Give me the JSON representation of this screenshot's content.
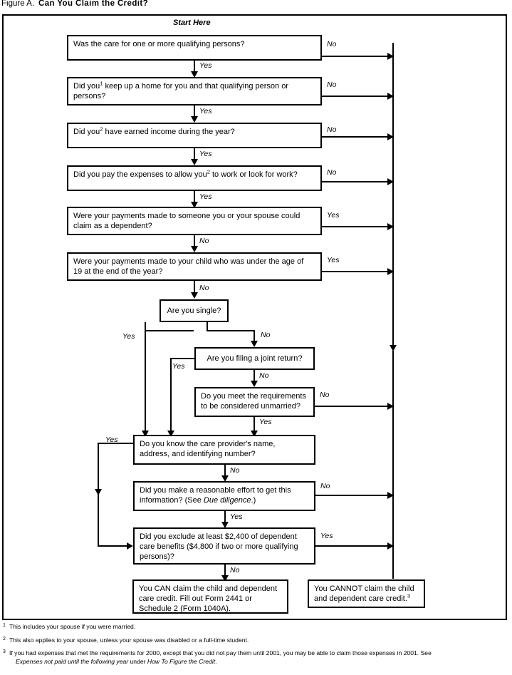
{
  "figure": {
    "label": "Figure A.",
    "name": "Can You Claim the Credit?",
    "start_label": "Start Here"
  },
  "labels": {
    "yes": "Yes",
    "no": "No"
  },
  "nodes": {
    "q1": {
      "text": "Was the care for one or more qualifying persons?",
      "exit_label": "No",
      "down_label": "Yes"
    },
    "q2": {
      "line1_a": "Did you",
      "sup": "1",
      "line1_b": " keep up a home for you and that qualifying person or",
      "line2": "persons?",
      "exit_label": "No",
      "down_label": "Yes"
    },
    "q3": {
      "line1_a": "Did you",
      "sup": "2",
      "line1_b": " have earned income during the year?",
      "exit_label": "No",
      "down_label": "Yes"
    },
    "q4": {
      "line1_a": "Did you pay the expenses to allow you",
      "sup": "2",
      "line1_b": " to work or look for work?",
      "exit_label": "No",
      "down_label": "Yes"
    },
    "q5": {
      "line1": "Were your payments made to someone you or your spouse could",
      "line2": "claim as a dependent?",
      "exit_label": "Yes",
      "down_label": "No"
    },
    "q6": {
      "line1": "Were your payments made to your child who was under the age of",
      "line2": "19 at the end of the year?",
      "exit_label": "Yes",
      "down_label": "No"
    },
    "q7": {
      "text": "Are you single?",
      "left_label": "Yes",
      "right_label": "No"
    },
    "q8": {
      "text": "Are you filing a joint return?",
      "left_label": "Yes",
      "down_label": "No"
    },
    "q9": {
      "line1": "Do you meet the requirements",
      "line2": "to be considered unmarried?",
      "exit_label": "No",
      "down_label": "Yes"
    },
    "q10": {
      "line1": "Do you know the care provider's name,",
      "line2": "address, and identifying number?",
      "left_label": "Yes",
      "down_label": "No"
    },
    "q11": {
      "line1_a": "Did you make a reasonable effort to get this",
      "line2_a": "information? (See ",
      "line2_i": "Due diligence",
      "line2_b": ".)",
      "exit_label": "No",
      "down_label": "Yes"
    },
    "q12": {
      "line1": "Did you exclude at least $2,400 of dependent",
      "line2": "care benefits ($4,800 if two or more qualifying",
      "line3": "persons)?",
      "exit_label": "Yes",
      "down_label": "No"
    },
    "result_can": {
      "line1": "You CAN claim the child and dependent",
      "line2": "care credit. Fill out Form 2441 or",
      "line3": "Schedule 2 (Form 1040A)."
    },
    "result_cannot": {
      "line1": "You CANNOT claim the child",
      "line2_a": "and dependent care credit.",
      "sup": "3"
    }
  },
  "footnotes": [
    {
      "mark": "1",
      "text": "This includes your spouse if you were married."
    },
    {
      "mark": "2",
      "text": "This also applies to your spouse, unless your spouse was disabled or a full-time student."
    },
    {
      "mark": "3",
      "text_a": "If you had expenses that met the requirements for 2000, except that you did not pay them until 2001, you may be able to claim those expenses in 2001. See",
      "italic_a": "Expenses not paid until the following year",
      "mid": " under ",
      "italic_b": "How To Figure the Credit",
      "text_b": "."
    }
  ],
  "colors": {
    "ink": "#000000",
    "paper": "#ffffff"
  }
}
